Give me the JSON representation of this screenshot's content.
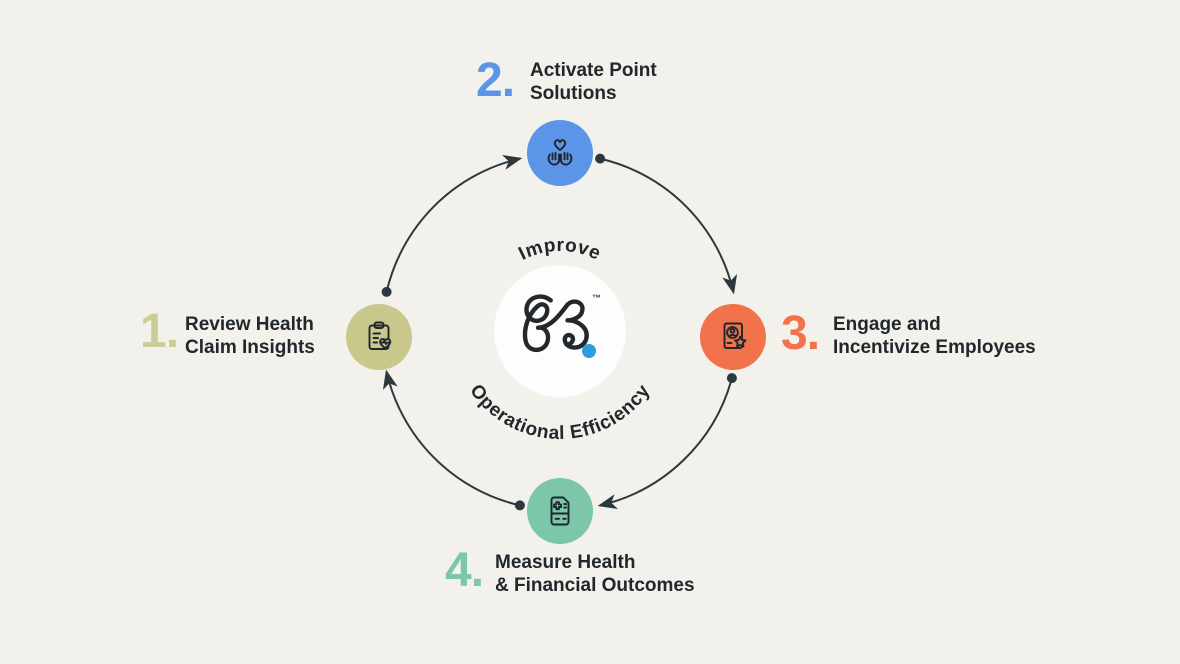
{
  "center": {
    "top_arc_text": "Improve",
    "bottom_arc_text": "Operational Efficiency",
    "trademark": "™"
  },
  "steps": [
    {
      "number": "1.",
      "line1": "Review Health",
      "line2": "Claim Insights",
      "icon": "clipboard-heart-icon",
      "color": "#c9c88c"
    },
    {
      "number": "2.",
      "line1": "Activate Point",
      "line2": "Solutions",
      "icon": "hands-heart-icon",
      "color": "#5c95e8"
    },
    {
      "number": "3.",
      "line1": "Engage and",
      "line2": "Incentivize Employees",
      "icon": "id-badge-star-icon",
      "color": "#f2734b"
    },
    {
      "number": "4.",
      "line1": "Measure Health",
      "line2": "& Financial Outcomes",
      "icon": "medical-bill-icon",
      "color": "#7cc6aa"
    }
  ],
  "colors": {
    "background": "#f2f1ec",
    "ink": "#20282c",
    "arrow": "#2c383e",
    "center_circle": "#fdfdfd",
    "logo_dot": "#2b9be4",
    "step1": "#c9c88c",
    "step2": "#5c95e8",
    "step3": "#f2734b",
    "step4": "#7cc6aa"
  }
}
